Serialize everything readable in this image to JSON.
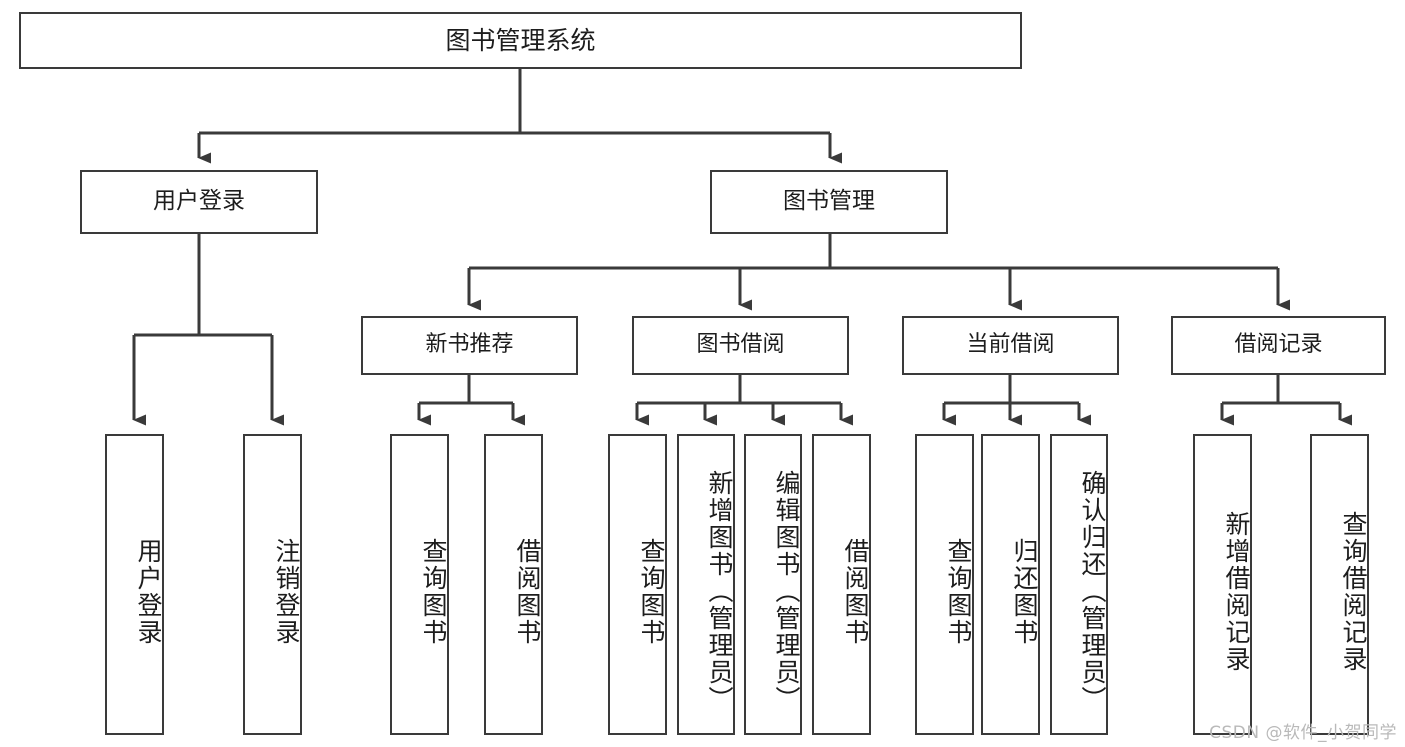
{
  "diagram": {
    "title": "图书管理系统",
    "type": "功能结构图",
    "root": {
      "label": "图书管理系统"
    },
    "level2": [
      {
        "label": "用户登录"
      },
      {
        "label": "图书管理"
      }
    ],
    "level3": [
      {
        "label": "新书推荐"
      },
      {
        "label": "图书借阅"
      },
      {
        "label": "当前借阅"
      },
      {
        "label": "借阅记录"
      }
    ],
    "leaves": {
      "user_login": [
        {
          "label": "用户登录"
        },
        {
          "label": "注销登录"
        }
      ],
      "new_book_recommend": [
        {
          "label": "查询图书"
        },
        {
          "label": "借阅图书"
        }
      ],
      "book_borrow": [
        {
          "label": "查询图书"
        },
        {
          "label": "新增图书（管理员）"
        },
        {
          "label": "编辑图书（管理员）"
        },
        {
          "label": "借阅图书"
        }
      ],
      "current_borrow": [
        {
          "label": "查询图书"
        },
        {
          "label": "归还图书"
        },
        {
          "label": "确认归还（管理员）"
        }
      ],
      "borrow_record": [
        {
          "label": "新增借阅记录"
        },
        {
          "label": "查询借阅记录"
        }
      ]
    }
  },
  "watermark": {
    "text": "CSDN @软件_小贺同学"
  },
  "colors": {
    "stroke": "#3a3a3a",
    "text": "#1d1d1d",
    "background": "#ffffff",
    "watermark": "#b9b9b9"
  }
}
